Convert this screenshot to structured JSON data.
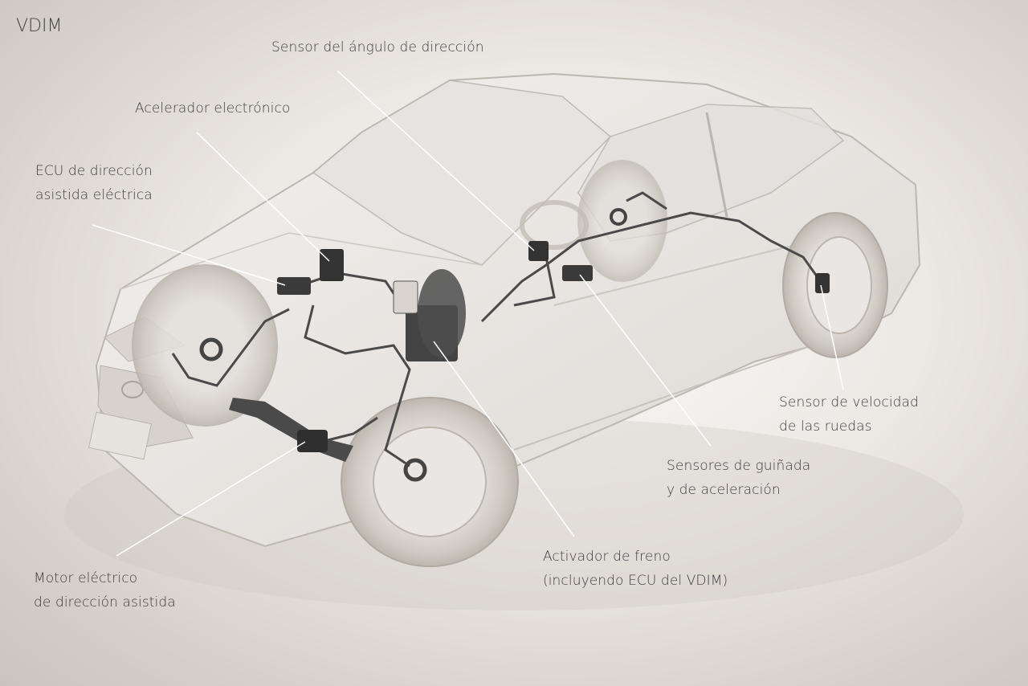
{
  "title": "VDIM",
  "labels": {
    "steering_angle_sensor": "Sensor del ángulo de dirección",
    "electronic_throttle": "Acelerador electrónico",
    "eps_ecu": [
      "ECU de dirección",
      "asistida eléctrica"
    ],
    "wheel_speed_sensor": [
      "Sensor de velocidad",
      "de las ruedas"
    ],
    "yaw_accel_sensors": [
      "Sensores de guiñada",
      "y de aceleración"
    ],
    "brake_actuator": [
      "Activador de freno",
      "(incluyendo ECU del VDIM)"
    ],
    "eps_motor": [
      "Motor eléctrico",
      "de dirección asistida"
    ]
  },
  "colors": {
    "car_body": "#e9e6e3",
    "car_outline": "#b9b3ad",
    "component": "#3a3a3a",
    "leader_line": "#ffffff"
  }
}
